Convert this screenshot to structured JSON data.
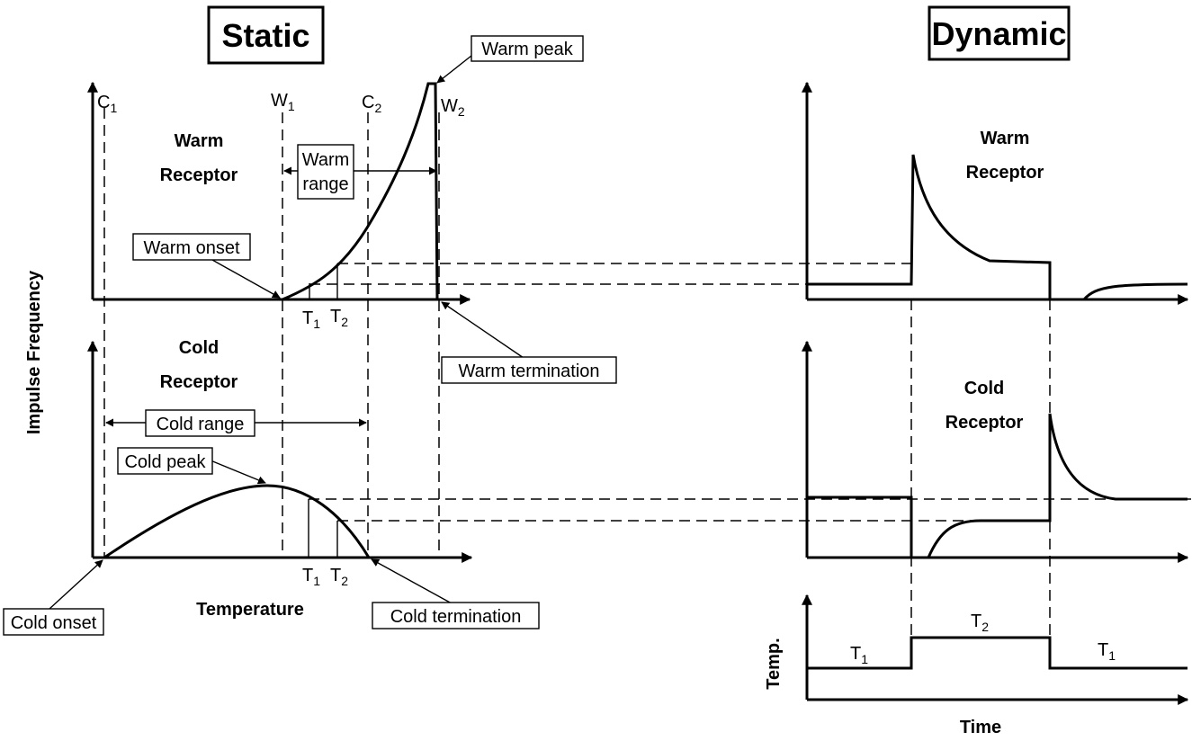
{
  "static": {
    "heading": "Static",
    "y_axis_label": "Impulse Frequency",
    "x_axis_label": "Temperature",
    "warm_title_line1": "Warm",
    "warm_title_line2": "Receptor",
    "cold_title_line1": "Cold",
    "cold_title_line2": "Receptor",
    "c1_base": "C",
    "c1_sub": "1",
    "w1_base": "W",
    "w1_sub": "1",
    "c2_base": "C",
    "c2_sub": "2",
    "w2_base": "W",
    "w2_sub": "2",
    "t1_base": "T",
    "t1_sub": "1",
    "t2_base": "T",
    "t2_sub": "2",
    "callouts": {
      "warm_peak": "Warm peak",
      "warm_range_line1": "Warm",
      "warm_range_line2": "range",
      "warm_onset": "Warm onset",
      "warm_termination": "Warm termination",
      "cold_range": "Cold range",
      "cold_peak": "Cold peak",
      "cold_onset": "Cold onset",
      "cold_termination": "Cold termination"
    }
  },
  "dynamic": {
    "heading": "Dynamic",
    "warm_title_line1": "Warm",
    "warm_title_line2": "Receptor",
    "cold_title_line1": "Cold",
    "cold_title_line2": "Receptor",
    "temp_axis_label": "Temp.",
    "time_axis_label": "Time",
    "step1_base": "T",
    "step1_sub": "1",
    "step2_base": "T",
    "step2_sub": "2",
    "step3_base": "T",
    "step3_sub": "1"
  }
}
